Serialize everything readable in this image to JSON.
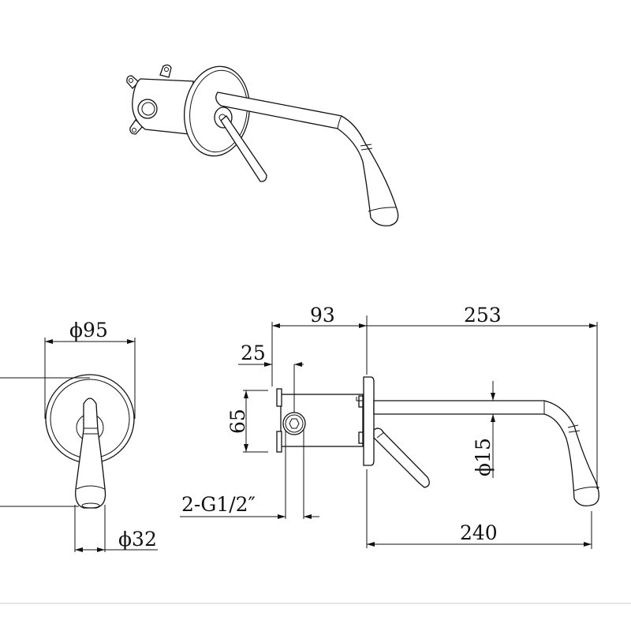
{
  "drawing": {
    "views": [
      "isometric",
      "front",
      "side"
    ],
    "dimensions": {
      "front_plate_diameter": "ϕ95",
      "outlet_diameter": "ϕ32",
      "body_depth": "93",
      "total_projection": "253",
      "inlet_offset": "25",
      "inlet_spacing": "65",
      "inlets": "2-G1/2″",
      "spout_diameter": "ϕ15",
      "spout_reach": "240"
    },
    "line_color": "#111111",
    "background": "#ffffff"
  }
}
